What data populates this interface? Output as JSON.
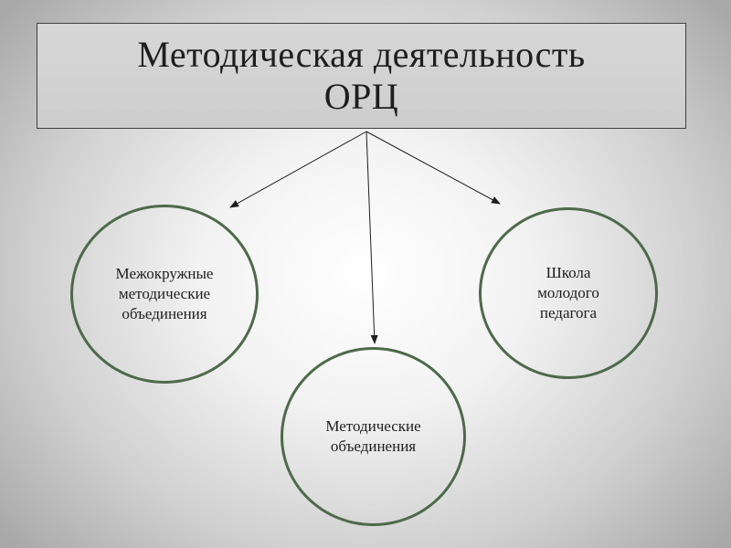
{
  "title": {
    "line1": "Методическая деятельность",
    "line2": "ОРЦ"
  },
  "nodes": {
    "left": "Межокружные\nметодические\nобъединения",
    "center": "Методические\nобъединения",
    "right": "Школа\nмолодого\nпедагога"
  },
  "colors": {
    "circle_border": "#4d6a4a",
    "title_box_fill": "#d3d3d3",
    "arrow": "#1e1e1e"
  }
}
